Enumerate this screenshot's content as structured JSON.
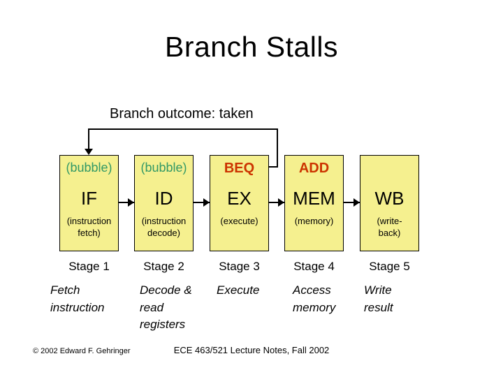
{
  "title": "Branch Stalls",
  "annotation": {
    "label": "Branch outcome: taken"
  },
  "colors": {
    "background": "#FFFFFF",
    "box_fill": "#F5F08F",
    "box_border": "#000000",
    "bubble_green": "#339966",
    "instruction_red": "#CC3300",
    "line_color": "#000000",
    "text_color": "#000000"
  },
  "pipeline": {
    "boxes": [
      {
        "top": "(bubble)",
        "stage": "IF",
        "caption_lines": [
          "(instruction",
          "fetch)"
        ]
      },
      {
        "top": "(bubble)",
        "stage": "ID",
        "caption_lines": [
          "(instruction",
          "decode)"
        ]
      },
      {
        "top": "BEQ",
        "stage": "EX",
        "caption_lines": [
          "(execute)"
        ]
      },
      {
        "top": "ADD",
        "stage": "MEM",
        "caption_lines": [
          "(memory)"
        ]
      },
      {
        "top": "",
        "stage": "WB",
        "caption_lines": [
          "(write-",
          "back)"
        ]
      }
    ],
    "stage_labels": [
      "Stage 1",
      "Stage 2",
      "Stage 3",
      "Stage 4",
      "Stage 5"
    ],
    "descriptions": [
      {
        "lines": [
          "Fetch",
          "instruction"
        ]
      },
      {
        "lines": [
          "Decode &",
          "read",
          "registers"
        ]
      },
      {
        "lines": [
          "Execute"
        ]
      },
      {
        "lines": [
          "Access",
          "memory"
        ]
      },
      {
        "lines": [
          "Write",
          "result"
        ]
      }
    ]
  },
  "footer": {
    "copyright": "© 2002 Edward F. Gehringer",
    "course": "ECE 463/521 Lecture Notes, Fall 2002"
  }
}
